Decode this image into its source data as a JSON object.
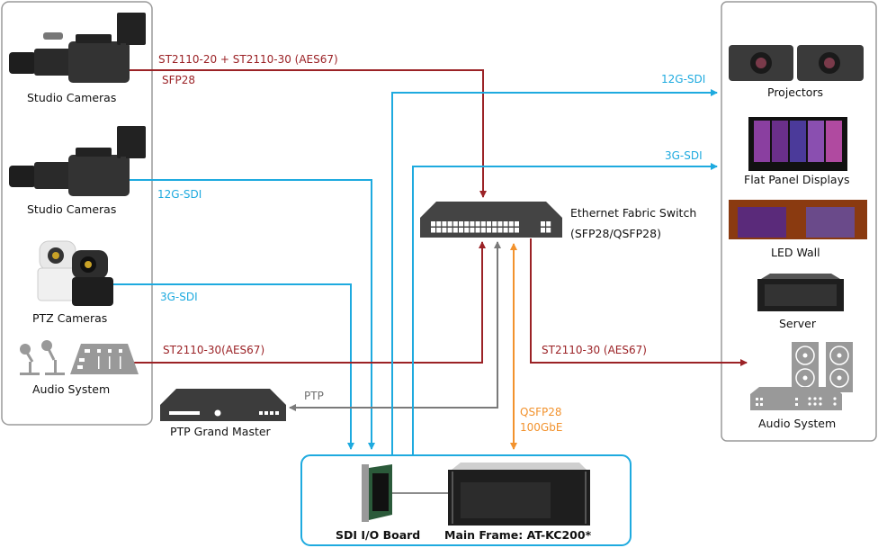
{
  "colors": {
    "ip": "#9b2226",
    "sdi": "#1eaadf",
    "ptp": "#7a7a7a",
    "qsfp": "#f2922d",
    "panel_border": "#9a9a9a",
    "device_dark": "#3c3c3c"
  },
  "left_panel": {
    "devices": [
      {
        "id": "studio-cam-1",
        "label": "Studio Cameras",
        "icon": "broadcast-camera-icon"
      },
      {
        "id": "studio-cam-2",
        "label": "Studio Cameras",
        "icon": "broadcast-camera-icon"
      },
      {
        "id": "ptz-cam",
        "label": "PTZ Cameras",
        "icon": "ptz-camera-icon"
      },
      {
        "id": "audio-in",
        "label": "Audio System",
        "icon": "mixer-microphone-icon"
      }
    ]
  },
  "right_panel": {
    "devices": [
      {
        "id": "projectors",
        "label": "Projectors",
        "icon": "projector-icon"
      },
      {
        "id": "flat-panel",
        "label": "Flat Panel Displays",
        "icon": "flat-panel-icon"
      },
      {
        "id": "led-wall",
        "label": "LED Wall",
        "icon": "led-wall-icon"
      },
      {
        "id": "server",
        "label": "Server",
        "icon": "server-icon"
      },
      {
        "id": "audio-out",
        "label": "Audio System",
        "icon": "speaker-system-icon"
      }
    ]
  },
  "center": {
    "switch": {
      "title": "Ethernet Fabric Switch",
      "subtitle": "(SFP28/QSFP28)"
    },
    "ptp_master": {
      "label": "PTP Grand Master"
    },
    "sdi_board": {
      "label": "SDI I/O Board"
    },
    "main_frame": {
      "label": "Main Frame: AT-KC200*"
    }
  },
  "connections": [
    {
      "id": "cam1-ip",
      "label": "ST2110-20 + ST2110-30 (AES67)",
      "sublabel": "SFP28",
      "type": "ip"
    },
    {
      "id": "cam2-sdi",
      "label": "12G-SDI",
      "type": "sdi"
    },
    {
      "id": "ptz-sdi",
      "label": "3G-SDI",
      "type": "sdi"
    },
    {
      "id": "audio-in-ip",
      "label": "ST2110-30(AES67)",
      "type": "ip"
    },
    {
      "id": "ptp",
      "label": "PTP",
      "type": "ptp"
    },
    {
      "id": "out-12g",
      "label": "12G-SDI",
      "type": "sdi"
    },
    {
      "id": "out-3g",
      "label": "3G-SDI",
      "type": "sdi"
    },
    {
      "id": "audio-out-ip",
      "label": "ST2110-30 (AES67)",
      "type": "ip"
    },
    {
      "id": "qsfp",
      "label": "QSFP28",
      "sublabel": "100GbE",
      "type": "qsfp"
    }
  ]
}
